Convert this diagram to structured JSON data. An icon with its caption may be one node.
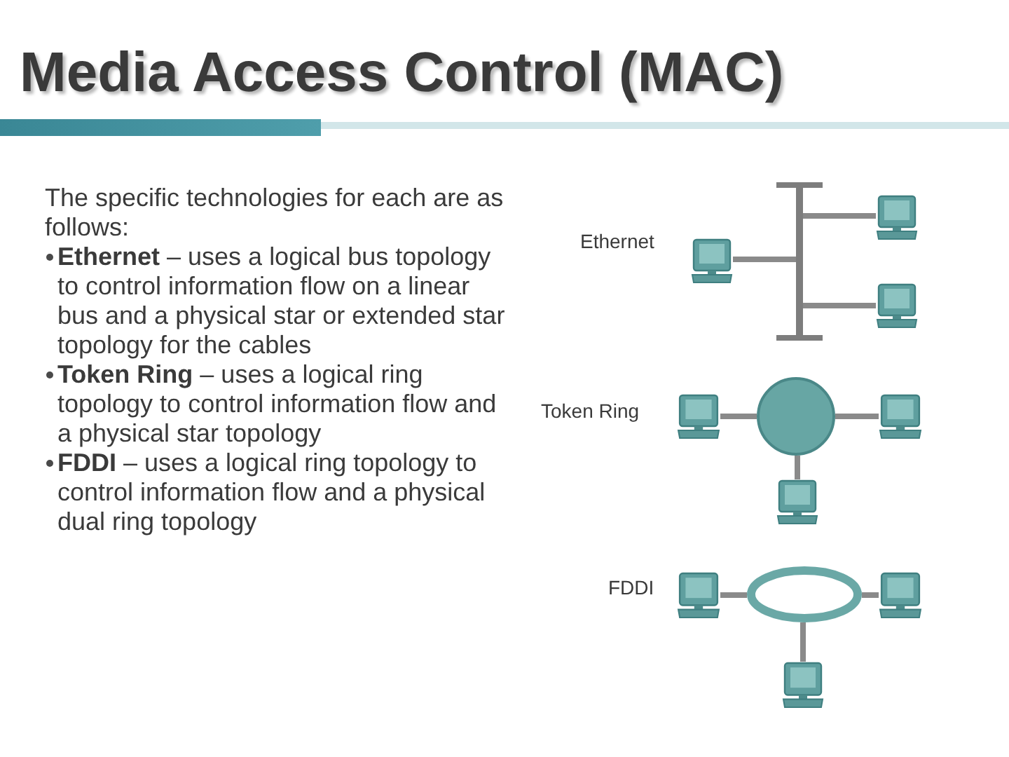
{
  "diagram": {
    "title": "Media Access Control (MAC)",
    "nodes": [
      {
        "text": [],
        "shape": "bar"
      },
      {
        "text": [],
        "shape": "computer"
      },
      {
        "text": [],
        "shape": "computer"
      },
      {
        "text": [],
        "shape": "computer"
      },
      {
        "text": [],
        "shape": "computer"
      },
      {
        "text": [],
        "shape": "circle"
      },
      {
        "text": [],
        "shape": "computer"
      },
      {
        "text": [],
        "shape": "computer"
      },
      {
        "text": [],
        "shape": "computer"
      },
      {
        "text": [],
        "shape": "ring"
      },
      {
        "text": [],
        "shape": "computer"
      },
      {
        "text": [],
        "shape": "computer"
      }
    ],
    "edges": [
      {
        "from": 1,
        "to": 0,
        "arrow": "none"
      },
      {
        "from": 0,
        "to": 2,
        "arrow": "none"
      },
      {
        "from": 0,
        "to": 3,
        "arrow": "none"
      },
      {
        "from": 4,
        "to": 5,
        "arrow": "none"
      },
      {
        "from": 5,
        "to": 6,
        "arrow": "none"
      },
      {
        "from": 5,
        "to": 7,
        "arrow": "none"
      },
      {
        "from": 8,
        "to": 9,
        "arrow": "none"
      },
      {
        "from": 9,
        "to": 10,
        "arrow": "none"
      },
      {
        "from": 9,
        "to": 11,
        "arrow": "none"
      }
    ],
    "labels": [
      "The specific technologies for each are as follows:",
      "**Ethernet** – uses a logical bus topology to control information flow on a linear bus and a physical star or extended star topology for the cables",
      "**Token Ring** – uses a logical ring topology to control information flow and a physical star topology",
      "**FDDI** – uses a logical ring topology to control information flow and a physical dual ring topology",
      "Ethernet",
      "Token Ring",
      "FDDI"
    ]
  }
}
